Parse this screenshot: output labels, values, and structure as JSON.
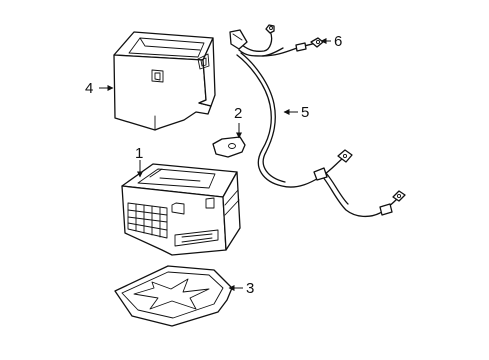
{
  "callouts": {
    "battery": "1",
    "hold_down": "2",
    "tray": "3",
    "insulator": "4",
    "negative_cable": "5",
    "positive_cable": "6"
  }
}
